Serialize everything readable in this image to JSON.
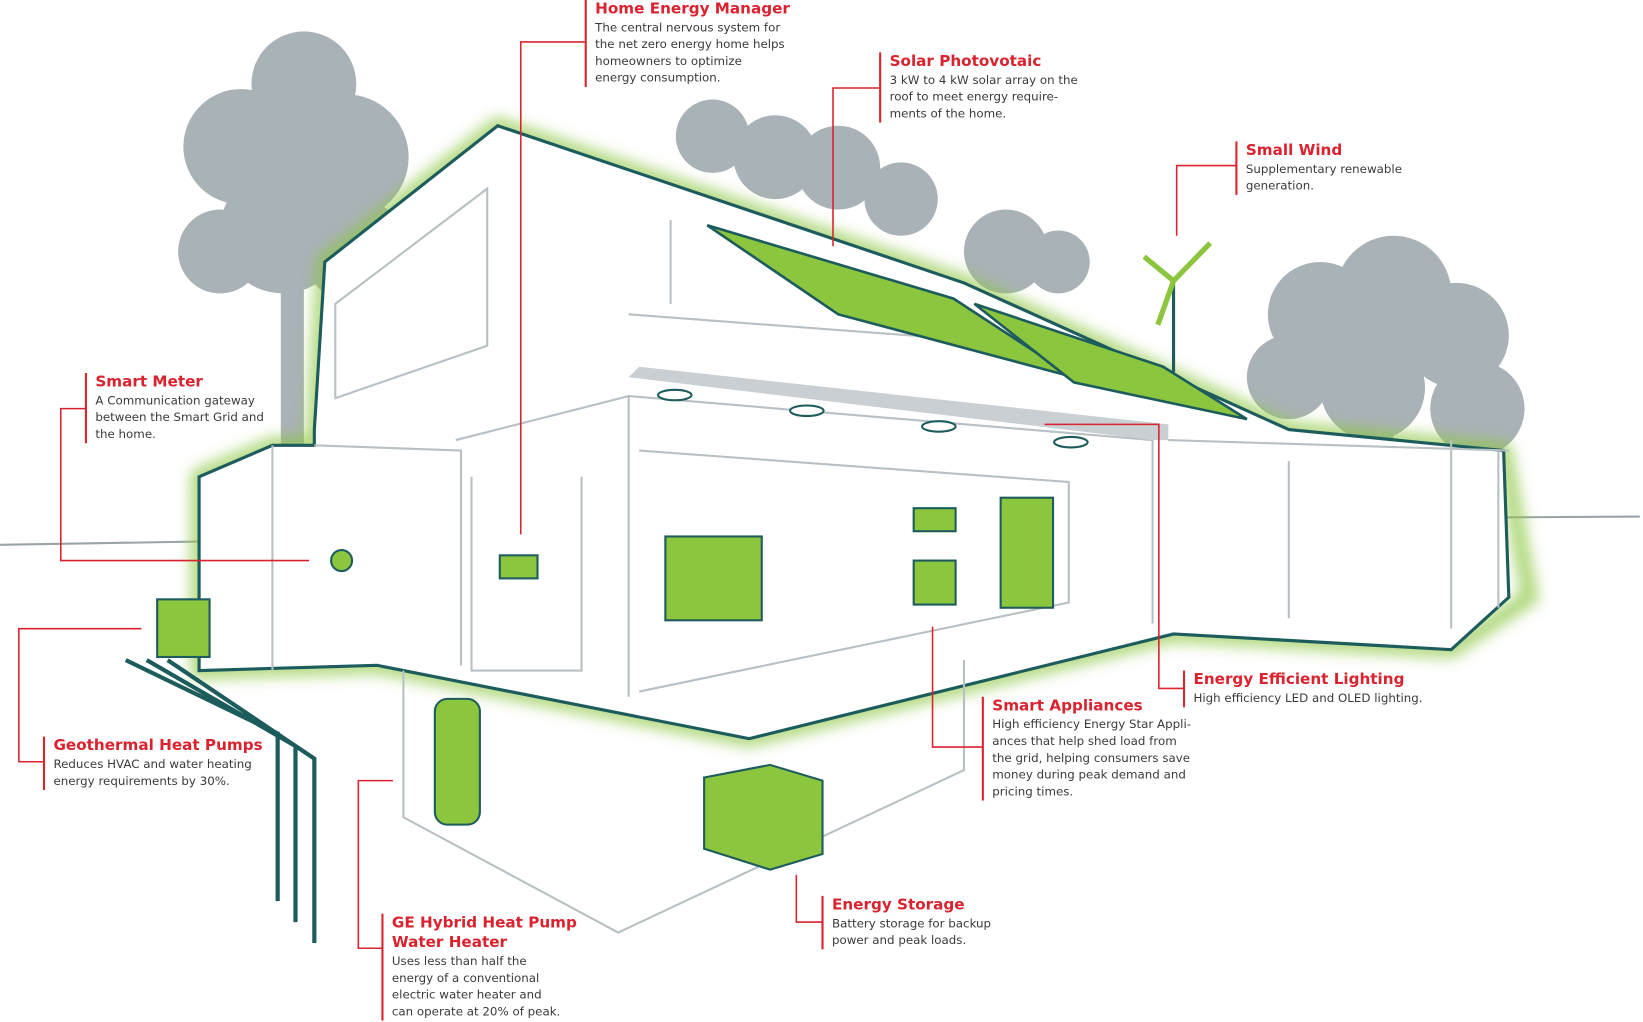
{
  "colors": {
    "accent_red": "#d9232e",
    "green": "#8cc63f",
    "outline": "#1d5c5c",
    "tree_gray": "#a9b2b7"
  },
  "callouts": {
    "home_energy_manager": {
      "title": "Home Energy Manager",
      "lines": [
        "The central nervous system for",
        "the net zero energy home helps",
        "homeowners to optimize",
        "energy consumption."
      ]
    },
    "solar": {
      "title": "Solar Photovotaic",
      "lines": [
        "3 kW to 4 kW solar array on the",
        "roof to meet energy require-",
        "ments of the home."
      ]
    },
    "small_wind": {
      "title": "Small Wind",
      "lines": [
        "Supplementary renewable",
        "generation."
      ]
    },
    "smart_meter": {
      "title": "Smart Meter",
      "lines": [
        "A Communication gateway",
        "between the Smart Grid and",
        "the home."
      ]
    },
    "geothermal": {
      "title": "Geothermal Heat Pumps",
      "lines": [
        "Reduces HVAC and water heating",
        "energy requirements by 30%."
      ]
    },
    "water_heater": {
      "title_lines": [
        "GE Hybrid Heat Pump",
        "Water Heater"
      ],
      "lines": [
        "Uses less than half the",
        "energy of a conventional",
        "electric water heater and",
        "can operate at 20% of peak."
      ]
    },
    "energy_storage": {
      "title": "Energy Storage",
      "lines": [
        "Battery storage for backup",
        "power and peak loads."
      ]
    },
    "smart_appliances": {
      "title": "Smart Appliances",
      "lines": [
        "High efficiency Energy Star Appli-",
        "ances that help shed load from",
        "the grid, helping consumers save",
        "money during peak demand and",
        "pricing times."
      ]
    },
    "lighting": {
      "title": "Energy Efficient Lighting",
      "lines": [
        "High efficiency LED and OLED lighting."
      ]
    }
  }
}
